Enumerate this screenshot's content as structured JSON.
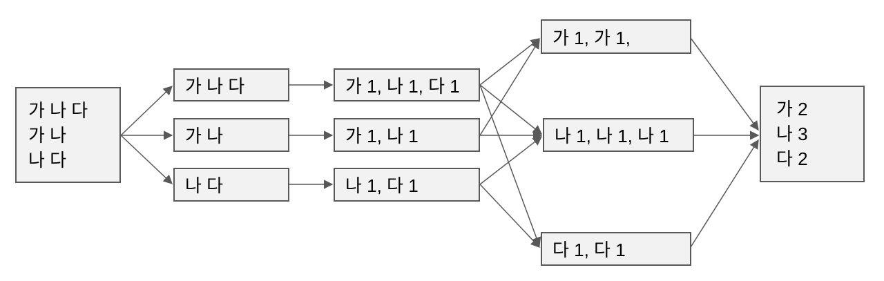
{
  "diagram": {
    "type": "flow-diagram",
    "description_visible": "word-count map-reduce style flow of Korean tokens",
    "nodes": {
      "input": {
        "id": "input",
        "lines": [
          "가 나 다",
          "가 나",
          "나 다"
        ]
      },
      "splits": [
        {
          "id": "split-1",
          "label": "가 나 다"
        },
        {
          "id": "split-2",
          "label": "가 나"
        },
        {
          "id": "split-3",
          "label": "나 다"
        }
      ],
      "maps": [
        {
          "id": "map-1",
          "label": "가 1, 나 1, 다 1"
        },
        {
          "id": "map-2",
          "label": "가 1, 나 1"
        },
        {
          "id": "map-3",
          "label": "나 1, 다 1"
        }
      ],
      "shuffles": [
        {
          "id": "shuffle-1",
          "label": "가 1, 가 1,"
        },
        {
          "id": "shuffle-2",
          "label": "나 1, 나 1, 나 1"
        },
        {
          "id": "shuffle-3",
          "label": "다 1, 다 1"
        }
      ],
      "output": {
        "id": "output",
        "lines": [
          "가 2",
          "나 3",
          "다 2"
        ]
      }
    },
    "edges": [
      {
        "from": "input",
        "to": "split-1"
      },
      {
        "from": "input",
        "to": "split-2"
      },
      {
        "from": "input",
        "to": "split-3"
      },
      {
        "from": "split-1",
        "to": "map-1"
      },
      {
        "from": "split-2",
        "to": "map-2"
      },
      {
        "from": "split-3",
        "to": "map-3"
      },
      {
        "from": "map-1",
        "to": "shuffle-1"
      },
      {
        "from": "map-1",
        "to": "shuffle-2"
      },
      {
        "from": "map-1",
        "to": "shuffle-3"
      },
      {
        "from": "map-2",
        "to": "shuffle-1"
      },
      {
        "from": "map-2",
        "to": "shuffle-2"
      },
      {
        "from": "map-3",
        "to": "shuffle-2"
      },
      {
        "from": "map-3",
        "to": "shuffle-3"
      },
      {
        "from": "shuffle-1",
        "to": "output"
      },
      {
        "from": "shuffle-2",
        "to": "output"
      },
      {
        "from": "shuffle-3",
        "to": "output"
      }
    ],
    "colors": {
      "background": "#ffffff",
      "box_fill": "#f2f2f2",
      "box_border": "#595959",
      "arrow": "#595959",
      "text": "#000000"
    }
  }
}
